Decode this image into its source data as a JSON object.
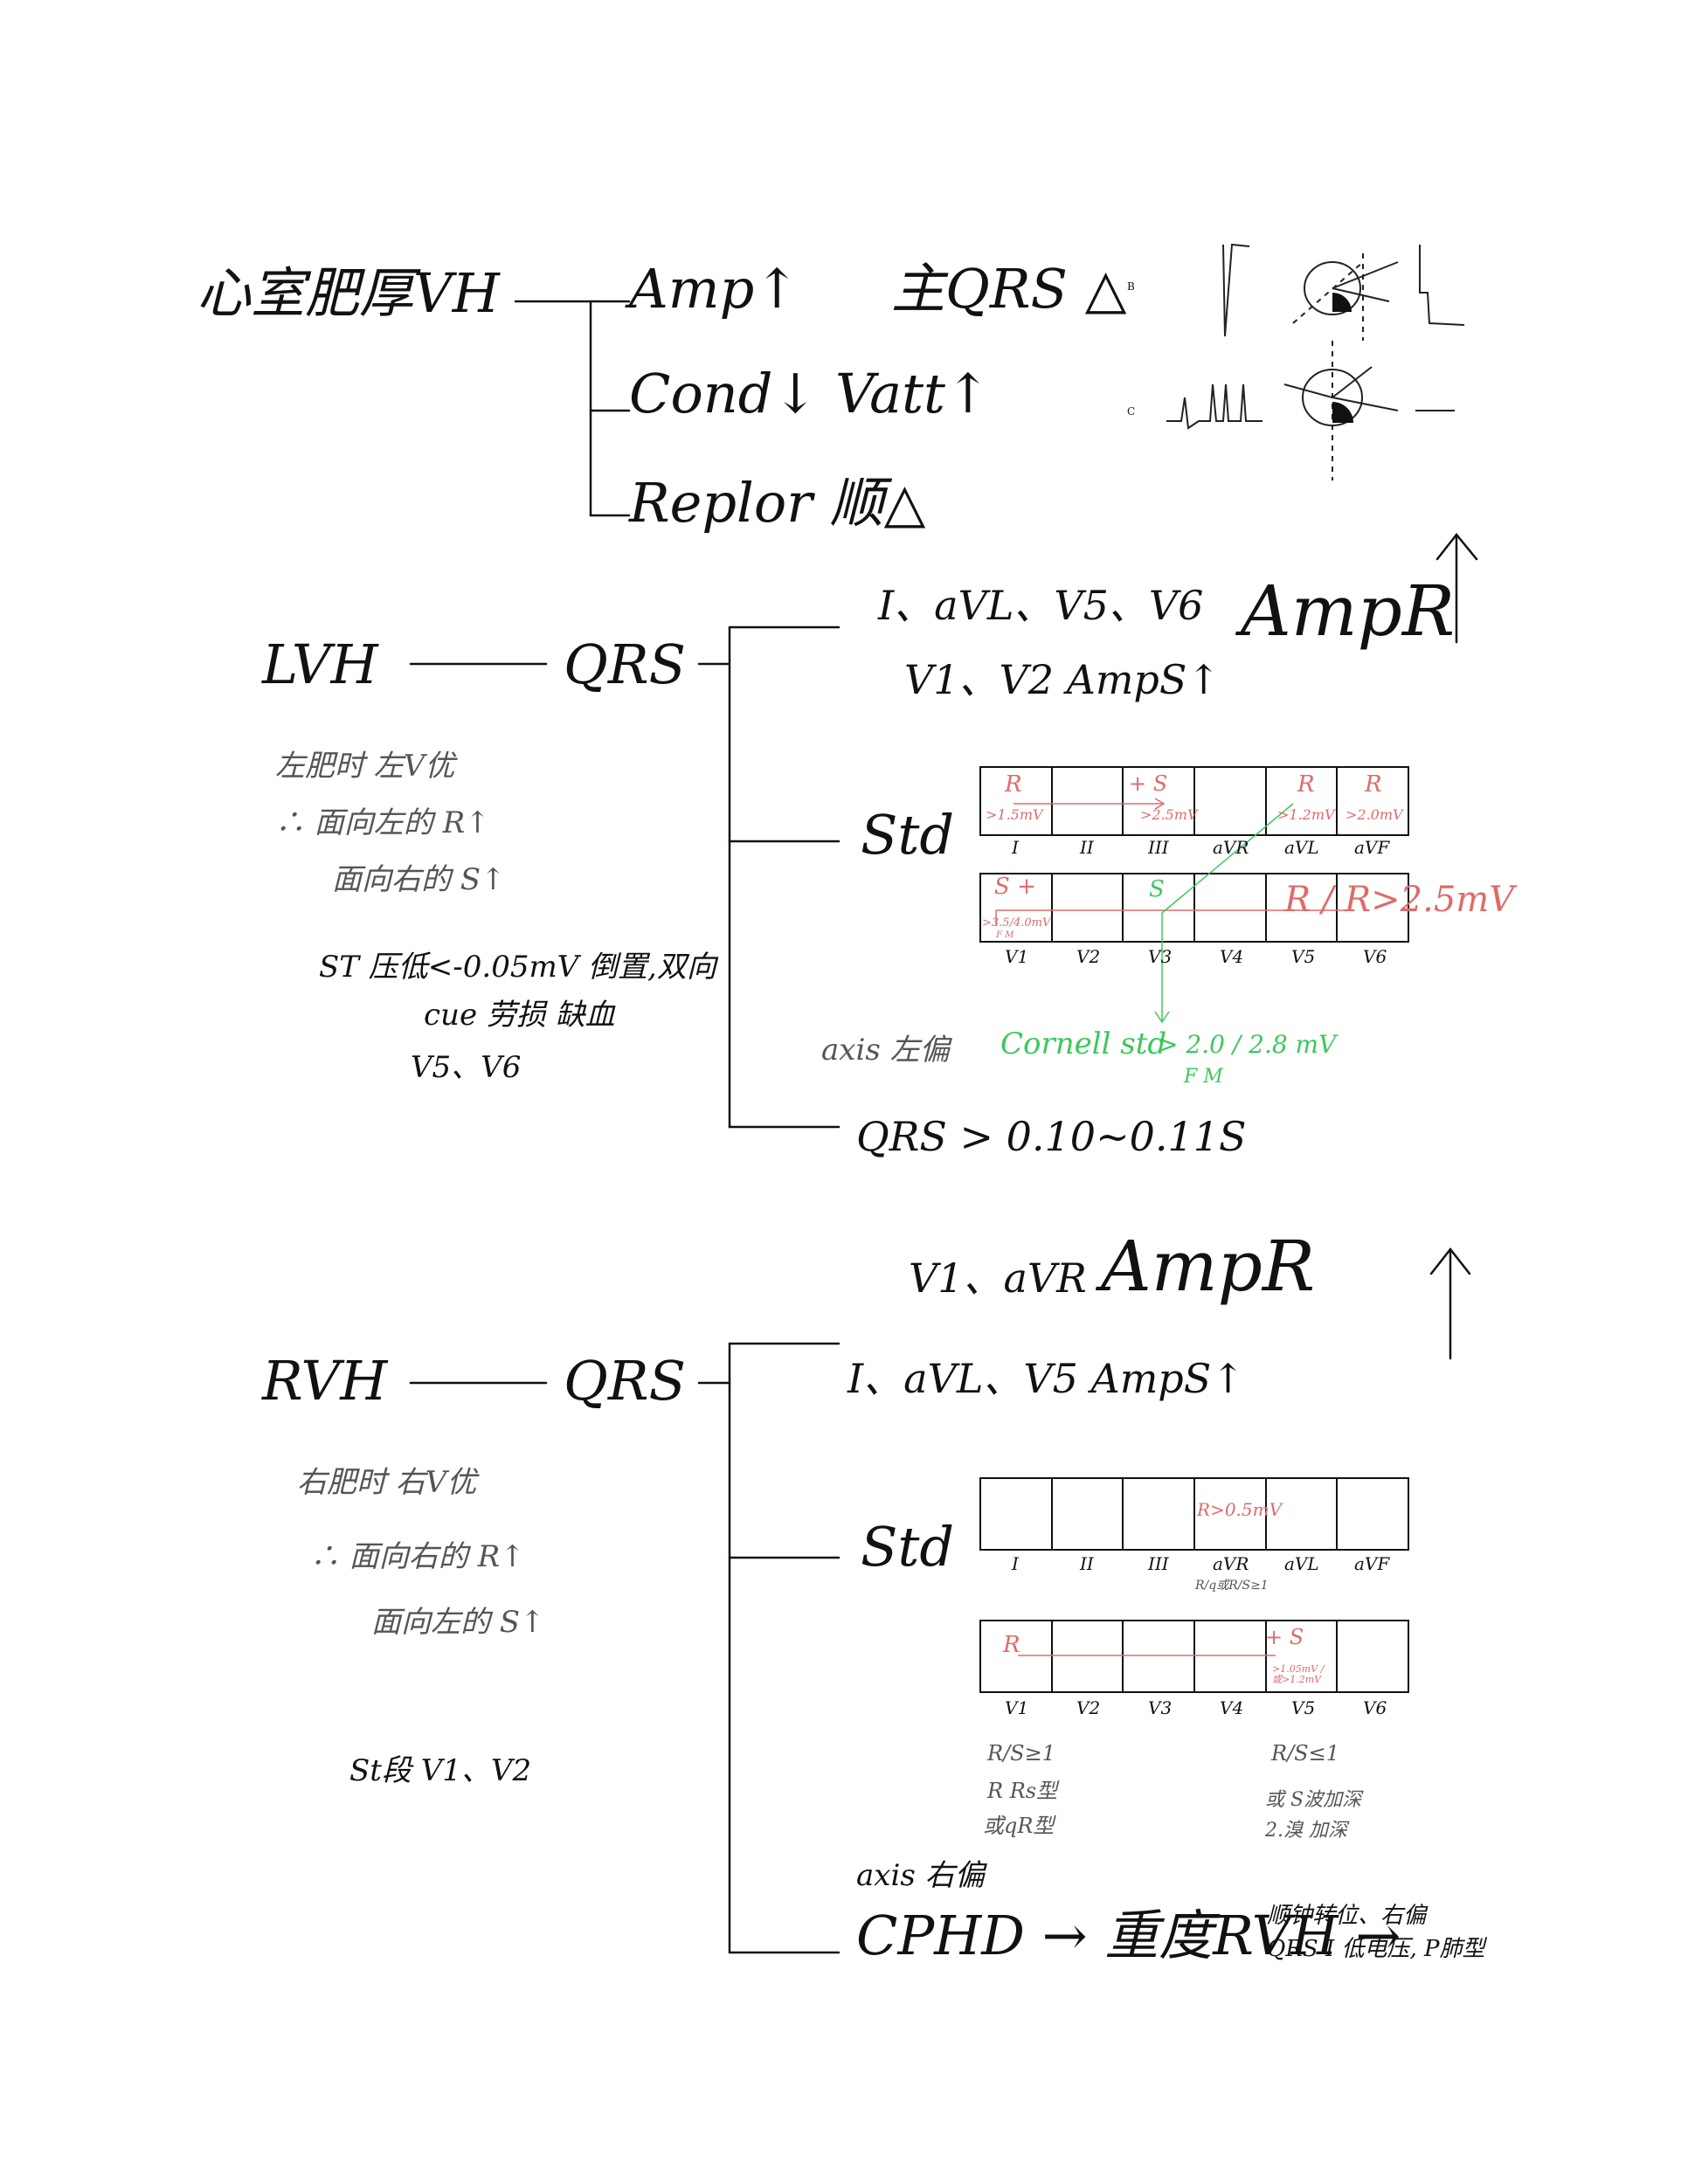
{
  "colors": {
    "ink": "#111111",
    "red": "#e06a6a",
    "green": "#3cc85c",
    "grey": "#555555"
  },
  "vh": {
    "title": "心室肥厚VH",
    "branches": [
      "Amp↑",
      "Cond↓ Vatt↑",
      "Replor 顺△"
    ],
    "qrs_note": "主QRS △",
    "fig_b": "B",
    "fig_c": "C"
  },
  "lvh": {
    "title": "LVH",
    "qrs": "QRS",
    "branch1_line1": "I、aVL、V5、V6",
    "branch1_amp": "AmpR",
    "branch1_line2": "V1、V2 AmpS↑",
    "arrow": "↑",
    "std": "Std",
    "notes": [
      "左肥时 左V优",
      "∴ 面向左的 R↑",
      "面向右的 S↑"
    ],
    "st_note": [
      "ST 压低<-0.05mV 倒置,双向",
      "cue 劳损 缺血",
      "V5、V6"
    ],
    "limb_leads": [
      "I",
      "II",
      "III",
      "aVR",
      "aVL",
      "aVF"
    ],
    "chest_leads": [
      "V1",
      "V2",
      "V3",
      "V4",
      "V5",
      "V6"
    ],
    "limb_cells": [
      {
        "top": "R",
        "bottom": ">1.5mV"
      },
      {
        "top": "",
        "bottom": ""
      },
      {
        "top": "+ S",
        "bottom": ">2.5mV"
      },
      {
        "top": "",
        "bottom": ""
      },
      {
        "top": "R",
        "bottom": ">1.2mV"
      },
      {
        "top": "R",
        "bottom": ">2.0mV"
      }
    ],
    "chest_v1": "S +",
    "chest_v1_val": ">3.5/4.0mV",
    "chest_v1_sub": "F  M",
    "chest_v3": "S",
    "chest_right": "R / R>2.5mV",
    "axis": "axis 左偏",
    "cornell": "Cornell std",
    "cornell_val": "> 2.0 / 2.8 mV",
    "cornell_fm": "F   M",
    "qrs_time": "QRS > 0.10~0.11S"
  },
  "rvh": {
    "title": "RVH",
    "qrs": "QRS",
    "branch1_line1": "V1、aVR",
    "branch1_amp": "AmpR",
    "branch1_line2": "I、aVL、V5 AmpS↑",
    "arrow": "↑",
    "std": "Std",
    "notes": [
      "右肥时 右V优",
      "∴ 面向右的 R↑",
      "面向左的 S↑"
    ],
    "st_note": "St段 V1、V2",
    "limb_leads": [
      "I",
      "II",
      "III",
      "aVR",
      "aVL",
      "aVF"
    ],
    "chest_leads": [
      "V1",
      "V2",
      "V3",
      "V4",
      "V5",
      "V6"
    ],
    "avr_cell": "R>0.5mV",
    "avr_sub": "R/q或R/S≥1",
    "chest_v1": "R",
    "chest_v5": "+ S",
    "chest_v5_val": ">1.05mV / 或>1.2mV",
    "v1_notes": [
      "R/S≥1",
      "R Rs型",
      "或qR型"
    ],
    "v5_notes": [
      "R/S≤1",
      "或 S波加深",
      "2.溴 加深"
    ],
    "axis": "axis 右偏",
    "cphd": "CPHD → 重度RVH →",
    "cphd_notes": [
      "顺钟转位、右偏",
      "QRS I 低电压, P肺型"
    ]
  }
}
